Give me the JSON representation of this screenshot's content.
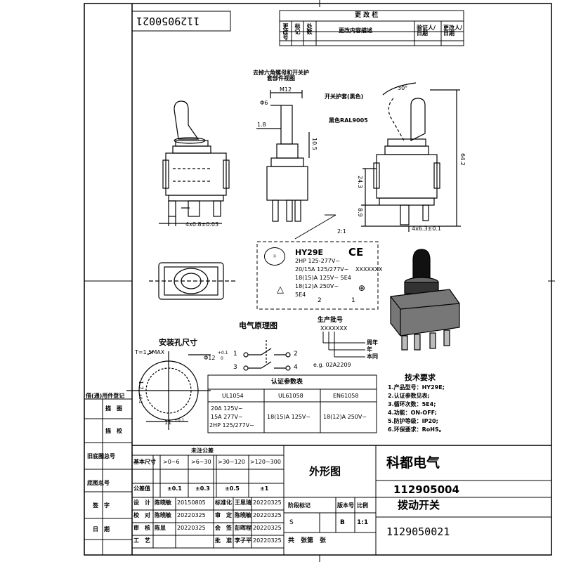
{
  "title_block_rotated": "1129050021",
  "revision": {
    "title": "更 改 栏",
    "col_no": "更改号",
    "col_mark": "标记",
    "col_area": "处数",
    "col_desc": "更改内容描述",
    "col_verify": "验证人/日期",
    "col_approve": "更改人/日期"
  },
  "views": {
    "side_note": "去掉六角螺母和开关护套部件视图",
    "dim_m12": "M12",
    "dim_d6": "Φ6",
    "dim_18": "1.8",
    "dim_105": "10.5",
    "dim_243": "24.3",
    "dim_89": "8.9",
    "dim_642": "64.2",
    "angle_30": "30°",
    "cover_label": "开关护套(黑色)",
    "color_label": "黑色RAL9005",
    "left_terminal": "4x0.8±0.03",
    "right_terminal": "4x6.3±0.1",
    "scale": "2:1"
  },
  "label_plate": {
    "model": "HY29E",
    "line1": "2HP 125-277V~",
    "line2": "20/15A 125/277V~",
    "line3": "18(15)A 125V~ 5E4",
    "line4": "18(12)A 250V~",
    "line5": "5E4",
    "serial": "XXXXXXX",
    "ce": "CE",
    "pin2": "2",
    "pin1": "1"
  },
  "mounting": {
    "title": "安装孔尺寸",
    "thickness": "T=1.5MAX",
    "dia": "Φ12",
    "dia_tol_up": "+0.1",
    "dia_tol_down": "0",
    "width": "11",
    "width_tol": "+0.1",
    "height": "1.7",
    "height_tol": "+0.1"
  },
  "circuit": {
    "title": "电气原理图",
    "p1": "1",
    "p2": "2",
    "p3": "3",
    "p4": "4"
  },
  "production": {
    "title": "生产批号",
    "code": "XXXXXXX",
    "week": "周年",
    "year": "年",
    "day": "本同",
    "example": "e.g.  02A2209"
  },
  "tech": {
    "title": "技术要求",
    "items": [
      "1.产品型号：HY29E;",
      "2.认证参数见表;",
      "3.循环次数：5E4;",
      "4.功能：ON-OFF;",
      "5.防护等级：IP20;",
      "6.环保要求：RoHS。"
    ]
  },
  "cert": {
    "title": "认证参数表",
    "headers": [
      "UL1054",
      "UL61058",
      "EN61058"
    ],
    "ul1054": [
      "20A 125V~",
      "15A 277V~",
      "2HP 125/277V~"
    ],
    "ul61058": "18(15)A 125V~",
    "en61058": "18(12)A 250V~"
  },
  "left_strip": {
    "reg": "借(通)用件登记",
    "draw": "描　图",
    "check": "描　校",
    "old_no": "旧底图总号",
    "base_no": "底图总号",
    "sign": "签　字",
    "date": "日　期"
  },
  "tolerance": {
    "title": "未注公差",
    "label_size": "基本尺寸",
    "label_tol": "公差值",
    "ranges": [
      ">0~6",
      ">6~30",
      ">30~120",
      ">120~300"
    ],
    "values": [
      "±0.1",
      "±0.3",
      "±0.5",
      "±1"
    ]
  },
  "signoff": [
    {
      "role": "设　计",
      "name": "陈晓敏",
      "date": "20150805",
      "role2": "标准化",
      "name2": "王思琦",
      "date2": "20220325"
    },
    {
      "role": "校　对",
      "name": "陈晓敏",
      "date": "20220325",
      "role2": "审　定",
      "name2": "陈晓敏",
      "date2": "20220325"
    },
    {
      "role": "审　核",
      "name": "陈显",
      "date": "20220325",
      "role2": "会　签",
      "name2": "彭晖程",
      "date2": "20220325"
    },
    {
      "role": "工　艺",
      "name": "",
      "date": "",
      "role2": "批　准",
      "name2": "李子平",
      "date2": "20220325"
    }
  ],
  "title_block": {
    "drawing_type": "外形图",
    "company": "科都电气",
    "part_no": "112905004",
    "part_name": "拨动开关",
    "stage": "阶段标记",
    "ver": "版本号",
    "ratio_label": "比例",
    "stage_s": "S",
    "ver_b": "B",
    "ratio": "1:1",
    "sheets": "共　张第　张",
    "drawing_no": "1129050021"
  }
}
